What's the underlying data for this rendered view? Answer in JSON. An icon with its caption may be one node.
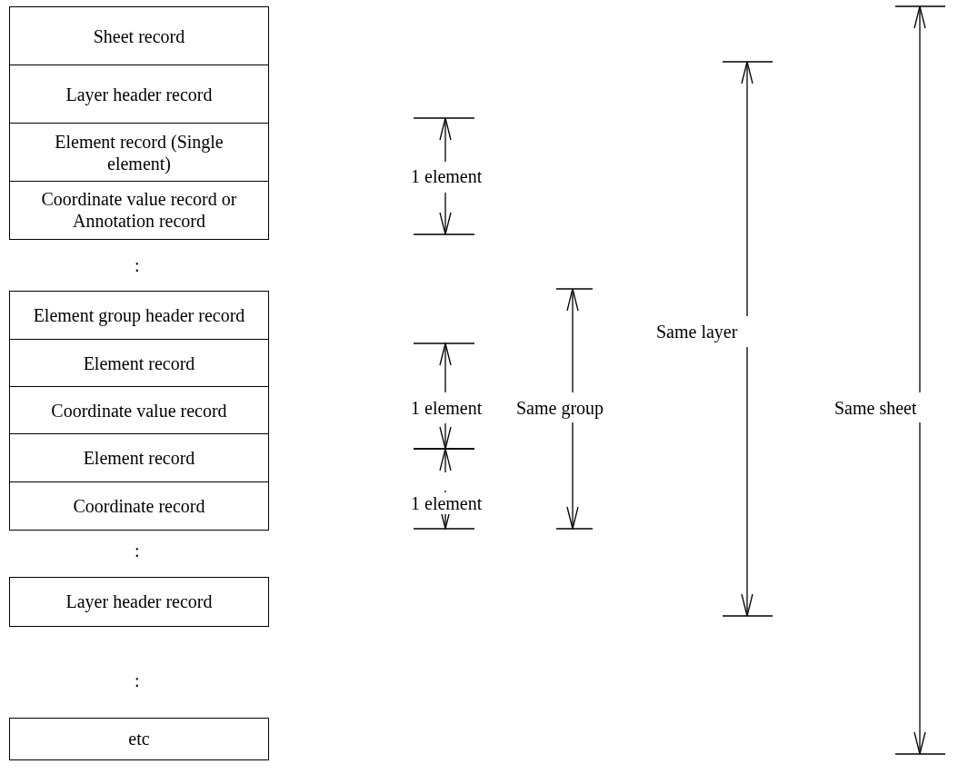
{
  "diagram": {
    "nodes": [
      {
        "text": [
          "Sheet record"
        ]
      },
      {
        "text": [
          "Layer header record"
        ]
      },
      {
        "text": [
          "Element record (Single element)"
        ]
      },
      {
        "text": [
          "Coordinate value record or Annotation record"
        ]
      },
      {
        "text": [
          "Element group header record"
        ]
      },
      {
        "text": [
          "Element record"
        ]
      },
      {
        "text": [
          "Coordinate value record"
        ]
      },
      {
        "text": [
          "Element record"
        ]
      },
      {
        "text": [
          "Coordinate record"
        ]
      },
      {
        "text": [
          "Layer header record"
        ]
      },
      {
        "text": [
          "etc"
        ]
      }
    ],
    "edges": [],
    "labels": [
      "1 element",
      ":",
      "Same layer",
      "Same sheet",
      "1 element",
      "Same group",
      "1 element",
      ":",
      ":"
    ]
  }
}
